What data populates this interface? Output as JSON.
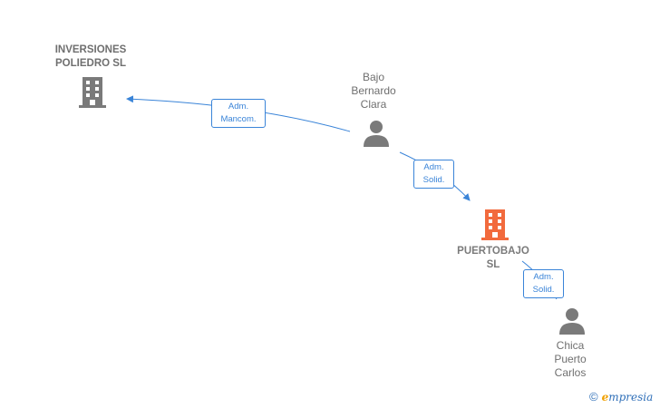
{
  "nodes": {
    "inversiones": {
      "name_line1": "INVERSIONES",
      "name_line2": "POLIEDRO SL",
      "icon": "building-icon",
      "color": "#7a7a7a"
    },
    "bajo": {
      "name_line1": "Bajo",
      "name_line2": "Bernardo",
      "name_line3": "Clara",
      "icon": "person-icon",
      "color": "#7a7a7a"
    },
    "puertobajo": {
      "name_line1": "PUERTOBAJO",
      "name_line2": "SL",
      "icon": "building-icon",
      "color": "#f26a3d"
    },
    "chica": {
      "name_line1": "Chica",
      "name_line2": "Puerto",
      "name_line3": "Carlos",
      "icon": "person-icon",
      "color": "#7a7a7a"
    }
  },
  "edges": {
    "e1": {
      "line1": "Adm.",
      "line2": "Mancom."
    },
    "e2": {
      "line1": "Adm.",
      "line2": "Solid."
    },
    "e3": {
      "line1": "Adm.",
      "line2": "Solid."
    }
  },
  "edge_color": "#3a84d8",
  "brand": {
    "copyright": "©",
    "initial": "e",
    "rest": "mpresia"
  }
}
